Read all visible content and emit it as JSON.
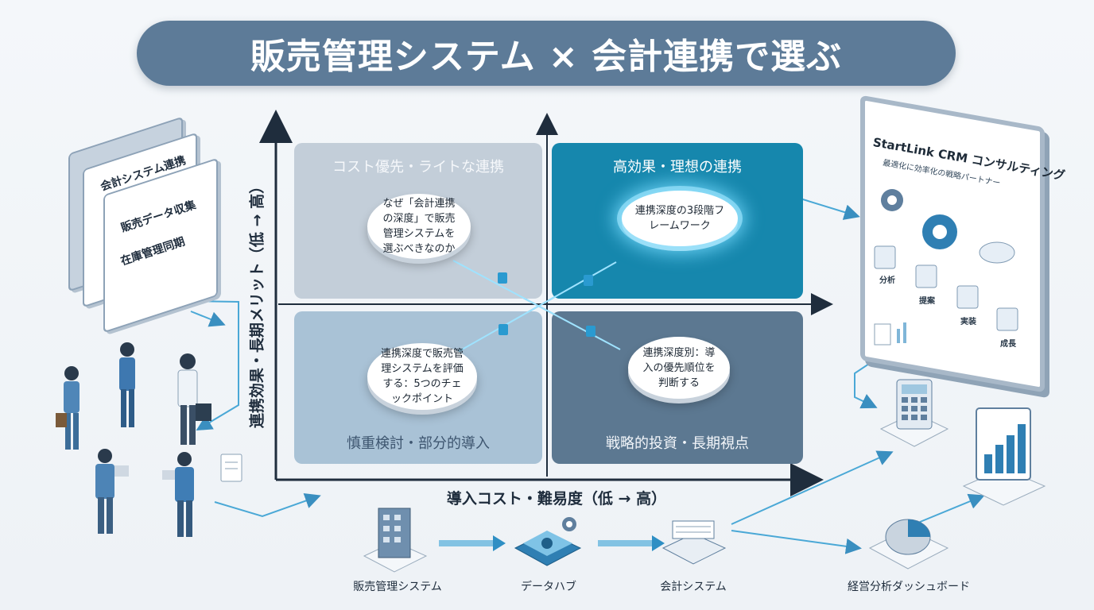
{
  "title": "販売管理システム × 会計連携で選ぶ",
  "matrix": {
    "quadrants": {
      "top_left": "コスト優先・ライトな連携",
      "top_right": "高効果・理想の連携",
      "bottom_left": "慎重検討・部分的導入",
      "bottom_right": "戦略的投資・長期視点"
    },
    "discs": {
      "d1": "なぜ「会計連携の深度」で販売管理システムを選ぶべきなのか",
      "d2": "連携深度の3段階フレームワーク",
      "d3": "連携深度で販売管理システムを評価する：5つのチェックポイント",
      "d4": "連携深度別：導入の優先順位を判断する"
    },
    "x_axis_label": "導入コスト・難易度（低 → 高）",
    "y_axis_label": "連携効果・長期メリット（低 → 高）"
  },
  "left_docs": {
    "doc1": "会計システム連携",
    "doc2": "販売データ収集",
    "doc3": "在庫管理同期"
  },
  "screen": {
    "title": "StartLink CRM コンサルティング",
    "subtitle": "最適化に効率化の戦略パートナー",
    "steps": [
      "分析",
      "提案",
      "実装",
      "成長"
    ]
  },
  "flow": {
    "items": [
      "販売管理システム",
      "データハブ",
      "会計システム",
      "経営分析ダッシュボード"
    ]
  },
  "colors": {
    "title_bar": "#5d7b98",
    "top_left": "#c3ced9",
    "top_right": "#1687ad",
    "bottom_left": "#a9c2d6",
    "bottom_right": "#5c7891",
    "accent": "#2f9fd0",
    "axis": "#1f2d3d"
  },
  "icons": [
    "building-icon",
    "chip-icon",
    "gear-icon",
    "keyboard-icon",
    "calculator-icon",
    "bar-chart-icon",
    "pie-chart-icon",
    "cloud-icon",
    "document-icon",
    "search-icon",
    "person-icon"
  ]
}
